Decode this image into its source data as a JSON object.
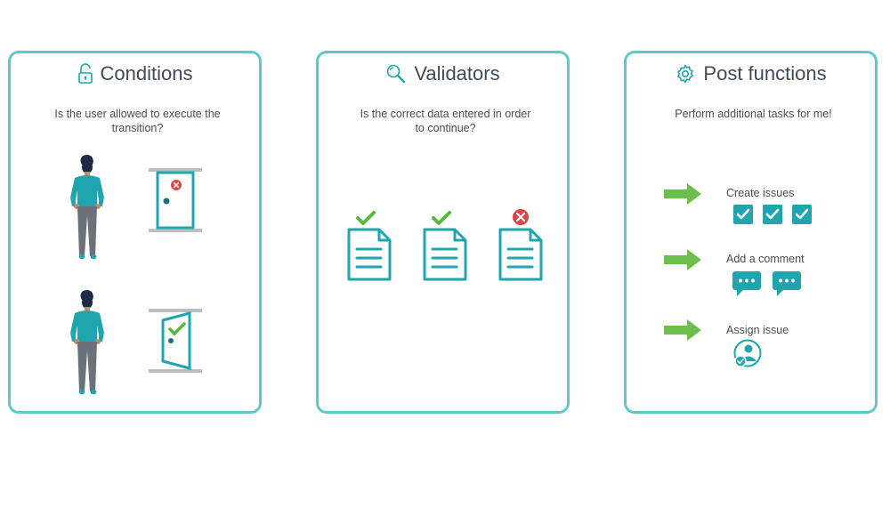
{
  "colors": {
    "accent": "#20a4ad",
    "border": "#5ec9c9",
    "check_green": "#55b93a",
    "error_red": "#d9474a",
    "arrow_green": "#6dbf4c",
    "text": "#3f4a56"
  },
  "conditions": {
    "icon": "unlock-icon",
    "title": "Conditions",
    "subtitle": "Is the user allowed to execute the transition?"
  },
  "validators": {
    "icon": "search-icon",
    "title": "Validators",
    "subtitle": "Is the correct data entered in order to continue?"
  },
  "post_functions": {
    "icon": "gear-icon",
    "title": "Post functions",
    "subtitle": "Perform additional tasks for me!",
    "items": [
      {
        "label": "Create issues",
        "icon": "checkbox-icon"
      },
      {
        "label": "Add a comment",
        "icon": "speech-bubble-icon"
      },
      {
        "label": "Assign issue",
        "icon": "user-check-icon"
      }
    ]
  }
}
